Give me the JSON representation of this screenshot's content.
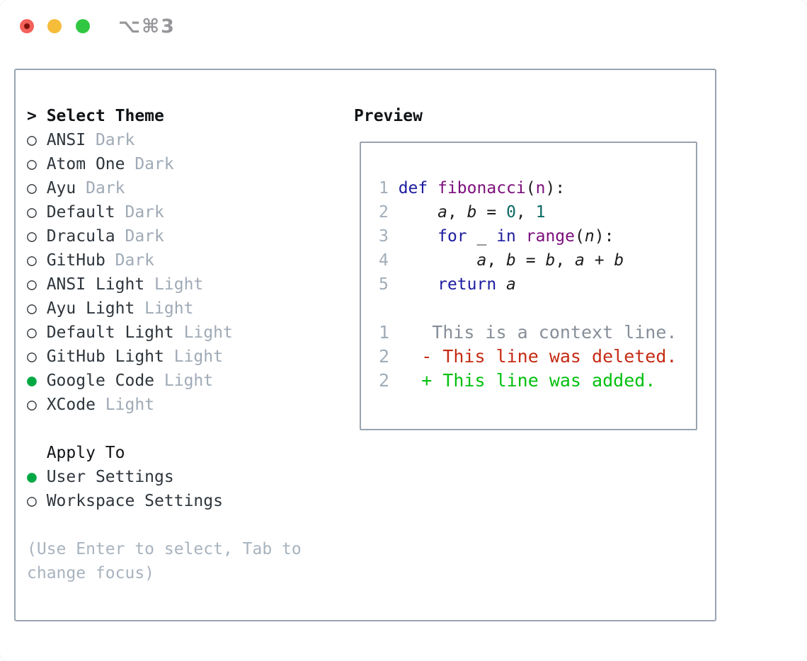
{
  "window": {
    "title": "⌥⌘3"
  },
  "icons": {
    "caret": ">",
    "radio_unselected": "○",
    "radio_selected": "●",
    "close_light": "red-circle-with-dot",
    "minimize_light": "yellow-circle",
    "zoom_light": "green-circle"
  },
  "colors": {
    "border": "#99a4b0",
    "ink": "#111417",
    "item": "#2e353c",
    "muted": "#9faab6",
    "hint": "#a8b3be",
    "ui-green": "#00a843",
    "line-num": "#a2adb8",
    "syn-keyword": "#1c1ca0",
    "syn-type": "#7b0e7b",
    "syn-literal": "#0a6963",
    "syn-plain": "#1c1c1c",
    "diff-context": "#868f99",
    "diff-deleted": "#c52b14",
    "diff-added": "#04c00f",
    "titlebar-text": "#96969a",
    "traffic-red": "#f4605a",
    "traffic-red-dot": "#7c130b",
    "traffic-yellow": "#f6bd3b",
    "traffic-green": "#32c743"
  },
  "theme_picker": {
    "title": "Select Theme",
    "items": [
      {
        "name": "ANSI",
        "variant": "Dark",
        "selected": false
      },
      {
        "name": "Atom One",
        "variant": "Dark",
        "selected": false
      },
      {
        "name": "Ayu",
        "variant": "Dark",
        "selected": false
      },
      {
        "name": "Default",
        "variant": "Dark",
        "selected": false
      },
      {
        "name": "Dracula",
        "variant": "Dark",
        "selected": false
      },
      {
        "name": "GitHub",
        "variant": "Dark",
        "selected": false
      },
      {
        "name": "ANSI Light",
        "variant": "Light",
        "selected": false
      },
      {
        "name": "Ayu Light",
        "variant": "Light",
        "selected": false
      },
      {
        "name": "Default Light",
        "variant": "Light",
        "selected": false
      },
      {
        "name": "GitHub Light",
        "variant": "Light",
        "selected": false
      },
      {
        "name": "Google Code",
        "variant": "Light",
        "selected": true
      },
      {
        "name": "XCode",
        "variant": "Light",
        "selected": false
      }
    ]
  },
  "apply_to": {
    "title": "Apply To",
    "options": [
      {
        "label": "User Settings",
        "selected": true
      },
      {
        "label": "Workspace Settings",
        "selected": false
      }
    ]
  },
  "hint": "(Use Enter to select, Tab to change focus)",
  "preview": {
    "title": "Preview",
    "code_lines": [
      {
        "num": "1",
        "tokens": [
          [
            "def",
            "kwd"
          ],
          [
            " ",
            "pln"
          ],
          [
            "fibonacci",
            "typ"
          ],
          [
            "(",
            "pln"
          ],
          [
            "n",
            "typ"
          ],
          [
            "):",
            "pln"
          ]
        ]
      },
      {
        "num": "2",
        "tokens": [
          [
            "    ",
            "pln"
          ],
          [
            "a",
            "var"
          ],
          [
            ", ",
            "pln"
          ],
          [
            "b",
            "var"
          ],
          [
            " = ",
            "pln"
          ],
          [
            "0",
            "lit"
          ],
          [
            ", ",
            "pln"
          ],
          [
            "1",
            "lit"
          ]
        ]
      },
      {
        "num": "3",
        "tokens": [
          [
            "    ",
            "pln"
          ],
          [
            "for",
            "kwd"
          ],
          [
            " _ ",
            "pln"
          ],
          [
            "in",
            "kwd"
          ],
          [
            " ",
            "pln"
          ],
          [
            "range",
            "typ"
          ],
          [
            "(",
            "pln"
          ],
          [
            "n",
            "var"
          ],
          [
            "):",
            "pln"
          ]
        ]
      },
      {
        "num": "4",
        "tokens": [
          [
            "        ",
            "pln"
          ],
          [
            "a",
            "var"
          ],
          [
            ", ",
            "pln"
          ],
          [
            "b",
            "var"
          ],
          [
            " = ",
            "pln"
          ],
          [
            "b",
            "var"
          ],
          [
            ", ",
            "pln"
          ],
          [
            "a",
            "var"
          ],
          [
            " + ",
            "pln"
          ],
          [
            "b",
            "var"
          ]
        ]
      },
      {
        "num": "5",
        "tokens": [
          [
            "    ",
            "pln"
          ],
          [
            "return",
            "kwd"
          ],
          [
            " ",
            "pln"
          ],
          [
            "a",
            "var"
          ]
        ]
      }
    ],
    "diff_lines": [
      {
        "num": "1",
        "kind": "context",
        "text": "    This is a context line."
      },
      {
        "num": "2",
        "kind": "deleted",
        "text": "   - This line was deleted."
      },
      {
        "num": "2",
        "kind": "added",
        "text": "   + This line was added."
      }
    ]
  }
}
